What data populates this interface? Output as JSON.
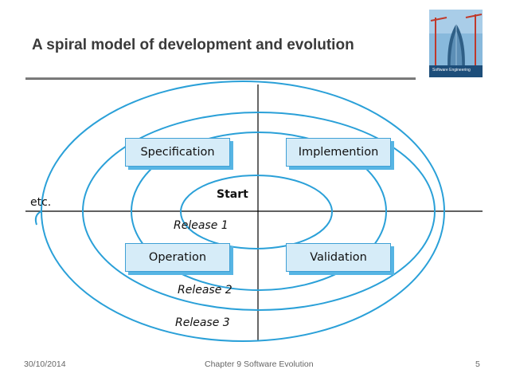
{
  "slide": {
    "title": "A spiral model of development and evolution"
  },
  "cover_image": {
    "caption": "Software Engineering",
    "icon": "book-cover-image"
  },
  "diagram": {
    "phases": {
      "specification": "Specification",
      "implementation": "Implemention",
      "operation": "Operation",
      "validation": "Validation"
    },
    "start_label": "Start",
    "etc_label": "etc.",
    "releases": [
      "Release 1",
      "Release 2",
      "Release 3"
    ],
    "colors": {
      "spiral": "#2aa0d8",
      "box_fill": "#d6ecf8",
      "box_border": "#3fa0d5",
      "axes": "#000000"
    }
  },
  "footer": {
    "date": "30/10/2014",
    "chapter": "Chapter 9 Software Evolution",
    "page_number": "5"
  }
}
